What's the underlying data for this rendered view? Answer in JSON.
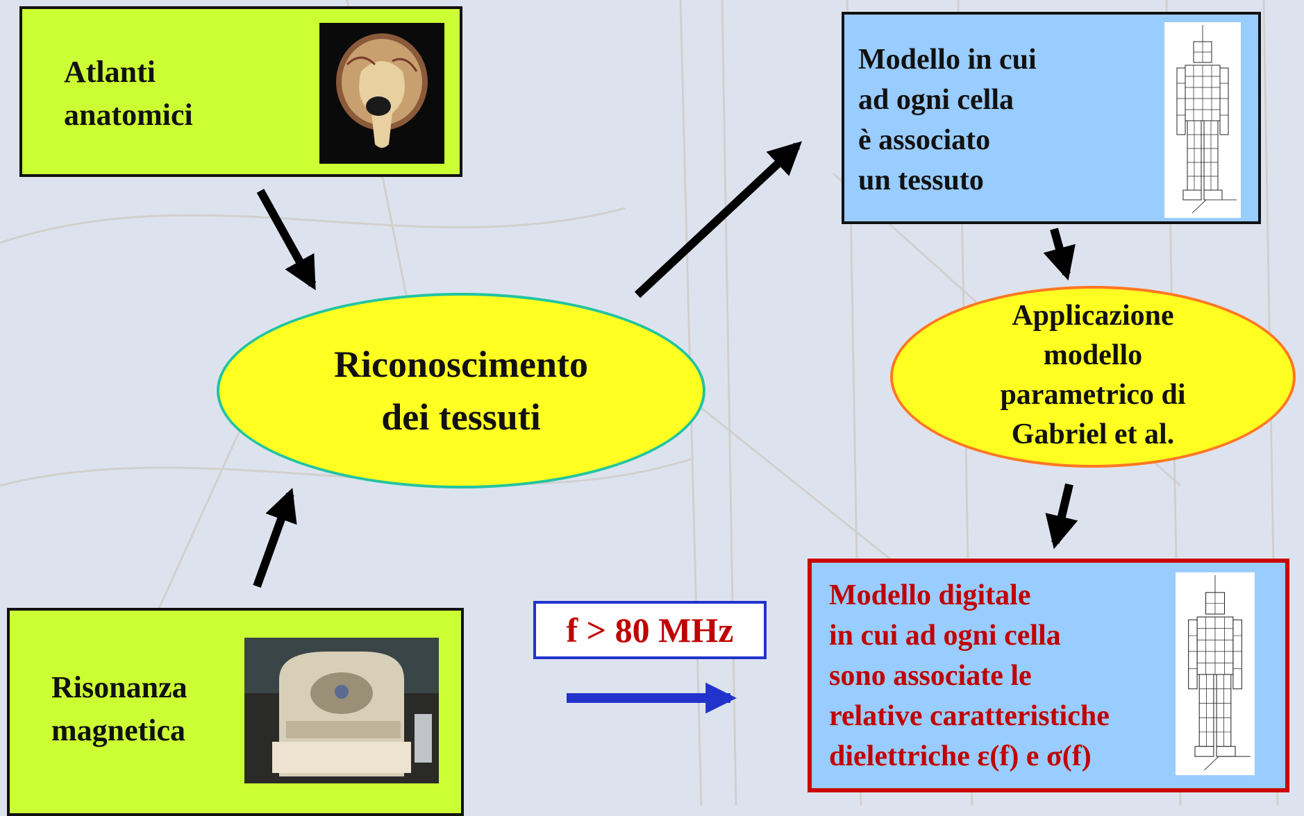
{
  "colors": {
    "green_box": "#ccff33",
    "blue_box": "#99ccff",
    "ellipse_fill": "#ffff22",
    "main_ellipse_border": "#22c4a0",
    "app_ellipse_border": "#ff7722",
    "red_border": "#cc0000",
    "red_text": "#c00000",
    "blue_arrow": "#2233cc"
  },
  "atlanti": {
    "lines": [
      "Atlanti",
      "anatomici"
    ],
    "image_icon": "brain-scan-icon"
  },
  "risonanza": {
    "lines": [
      "Risonanza",
      "magnetica"
    ],
    "image_icon": "mri-scanner-icon"
  },
  "riconoscimento": {
    "lines": [
      "Riconoscimento",
      "dei tessuti"
    ]
  },
  "modello_cella": {
    "lines": [
      "Modello in cui",
      "ad ogni cella",
      "è associato",
      "un tessuto"
    ],
    "image_icon": "voxel-human-icon"
  },
  "applicazione": {
    "lines": [
      "Applicazione",
      "modello",
      "parametrico di",
      "Gabriel et al."
    ]
  },
  "frequency": {
    "label": "f > 80 MHz"
  },
  "modello_digitale": {
    "lines": [
      "Modello digitale",
      "in cui ad ogni cella",
      "sono associate le",
      "relative caratteristiche",
      "dielettriche ε(f) e  σ(f)"
    ],
    "image_icon": "voxel-human-icon"
  }
}
